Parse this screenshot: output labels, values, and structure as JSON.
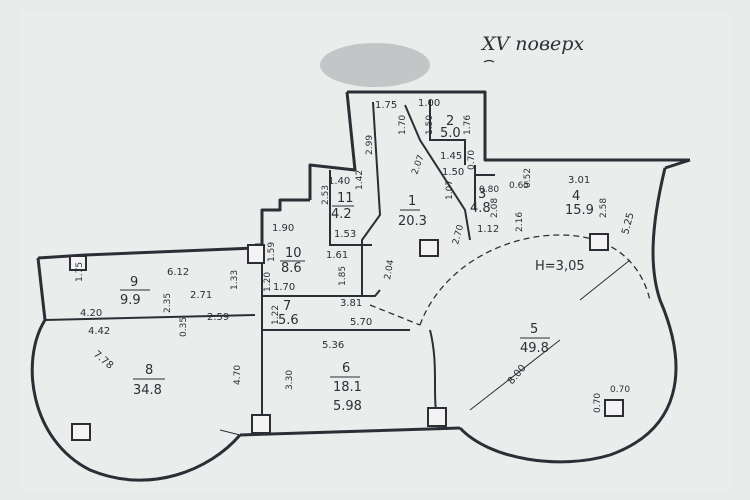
{
  "title": "XV поверх",
  "ceiling_height": "H=3,05",
  "rooms": [
    {
      "num": "1",
      "area": "20.3"
    },
    {
      "num": "2",
      "area": "5.0"
    },
    {
      "num": "3",
      "area": "4.8"
    },
    {
      "num": "4",
      "area": "15.9"
    },
    {
      "num": "5",
      "area": "49.8"
    },
    {
      "num": "6",
      "area": "18.1"
    },
    {
      "num": "7",
      "area": "5.6"
    },
    {
      "num": "8",
      "area": "34.8"
    },
    {
      "num": "9",
      "area": "9.9"
    },
    {
      "num": "10",
      "area": "8.6"
    },
    {
      "num": "11",
      "area": "4.2"
    }
  ],
  "dims": [
    "1.75",
    "1.00",
    "1.70",
    "1.50",
    "1.76",
    "2.99",
    "2.07",
    "1.45",
    "1.50",
    "0.70",
    "1.40",
    "1.42",
    "2.53",
    "1.07",
    "0.80",
    "0.65",
    "0.52",
    "3.01",
    "2.58",
    "5.25",
    "1.53",
    "1.90",
    "2.08",
    "1.12",
    "2.16",
    "2.70",
    "1.59",
    "1.61",
    "1.85",
    "2.04",
    "6.12",
    "1.33",
    "1.75",
    "1.20",
    "1.70",
    "4.20",
    "2.71",
    "3.81",
    "2.35",
    "4.42",
    "0.35",
    "2.59",
    "1.22",
    "5.70",
    "5.36",
    "3.30",
    "4.70",
    "7.78",
    "8.00",
    "5.98",
    "0.70",
    "0.70"
  ]
}
